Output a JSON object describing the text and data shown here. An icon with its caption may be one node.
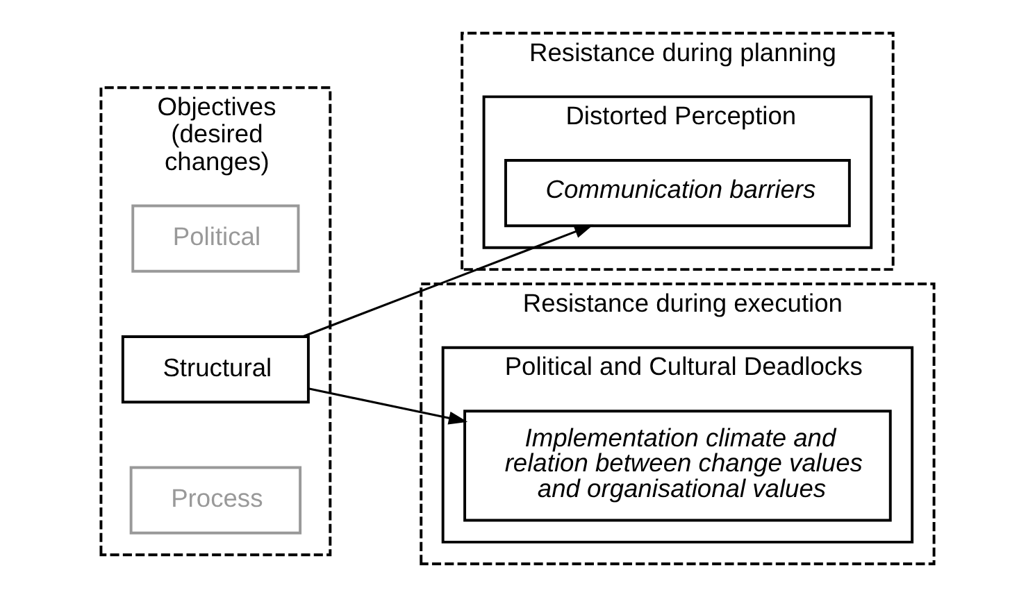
{
  "diagram": {
    "nodes": [
      {
        "text": [
          "Objectives (desired changes)"
        ]
      },
      {
        "text": [
          "Political"
        ],
        "in": 0
      },
      {
        "text": [
          "Structural"
        ],
        "in": 0
      },
      {
        "text": [
          "Process"
        ],
        "in": 0
      },
      {
        "text": [
          "Resistance during planning"
        ]
      },
      {
        "text": [
          "Distorted Perception"
        ],
        "in": 4
      },
      {
        "text": [
          "Communication barriers"
        ],
        "in": 5
      },
      {
        "text": [
          "Resistance during execution"
        ]
      },
      {
        "text": [
          "Political and Cultural Deadlocks"
        ],
        "in": 7
      },
      {
        "text": [
          "Implementation climate and relation between change values and organisational values"
        ],
        "in": 8
      }
    ],
    "edges": [
      {
        "from": 2,
        "to": 6,
        "arrow": "to"
      },
      {
        "from": 2,
        "to": 9,
        "arrow": "to"
      }
    ]
  }
}
